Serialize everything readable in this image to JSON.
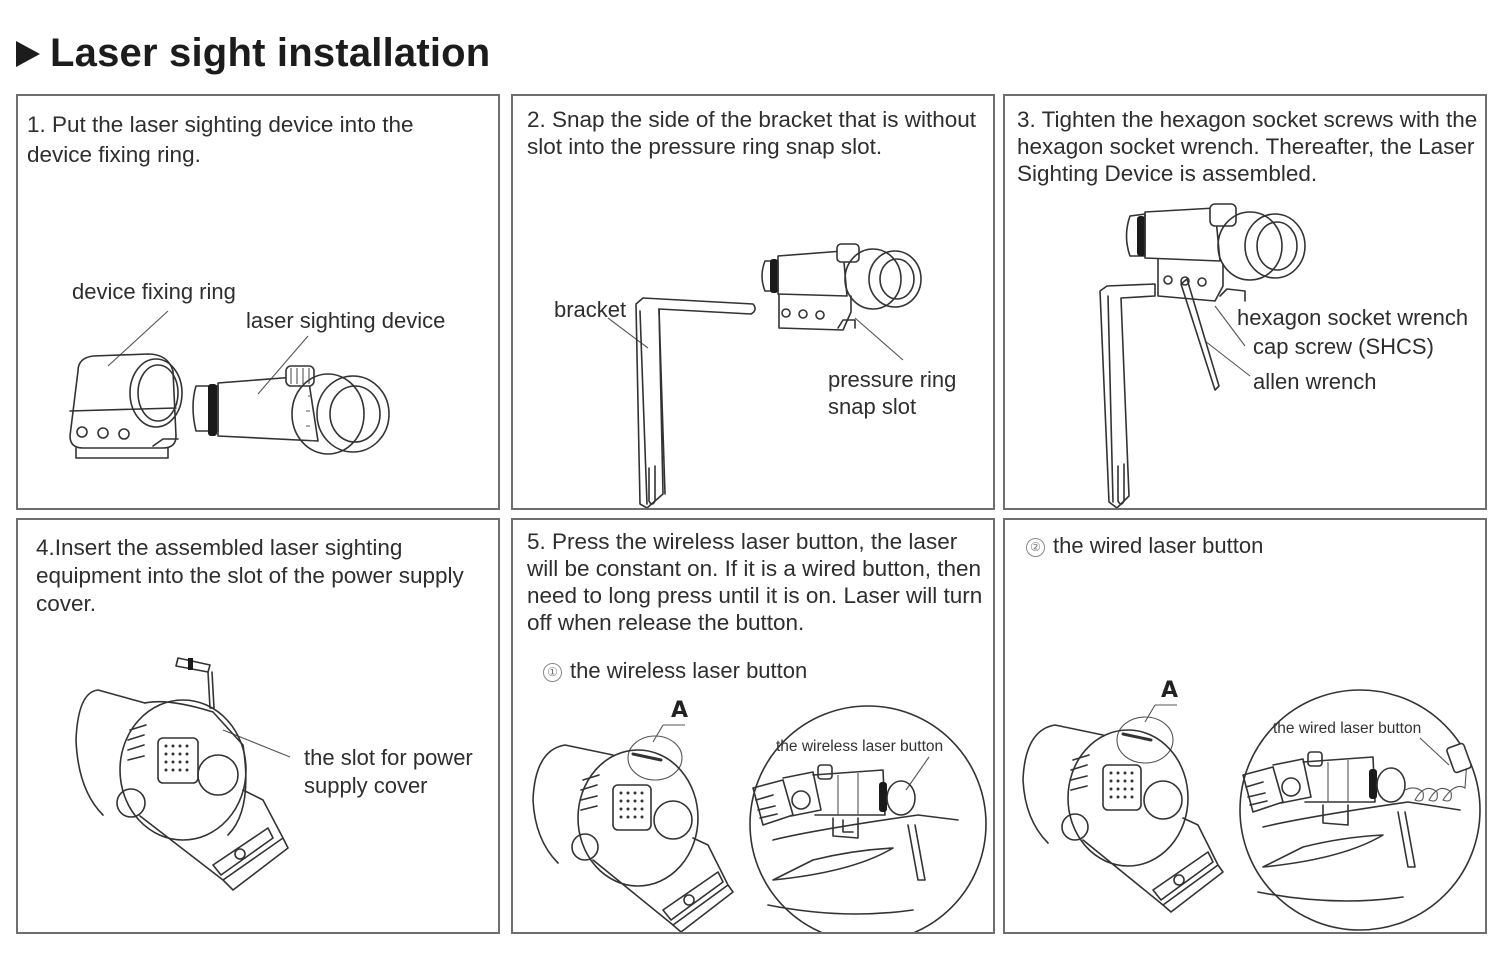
{
  "page": {
    "title": "Laser sight installation",
    "title_icon": "triangle-right-icon"
  },
  "steps": [
    {
      "caption": "1. Put the laser sighting device into the device fixing ring.",
      "labels": {
        "fixing_ring": "device fixing ring",
        "sighting_device": "laser sighting device"
      }
    },
    {
      "caption": "2. Snap the side of the bracket that is without slot into the pressure ring snap slot.",
      "labels": {
        "bracket": "bracket",
        "pressure_ring_line1": "pressure ring",
        "pressure_ring_line2": "snap slot"
      }
    },
    {
      "caption": "3. Tighten the hexagon socket screws with the hexagon socket wrench. Thereafter, the Laser Sighting Device is assembled.",
      "labels": {
        "hex_wrench": "hexagon socket wrench",
        "cap_screw": "cap screw (SHCS)",
        "allen_wrench": "allen wrench"
      }
    },
    {
      "caption": "4.Insert the assembled laser sighting equipment into the slot of the power supply cover.",
      "labels": {
        "slot_line1": "the slot for power",
        "slot_line2": "supply cover"
      }
    },
    {
      "caption": "5. Press the wireless laser button, the laser will be constant on. If it is a wired button, then need to long press until it is on. Laser will turn off when release the button.",
      "subheading": {
        "marker": "①",
        "text": "the wireless laser button"
      },
      "labels": {
        "callout": "A",
        "detail": "the wireless laser button"
      }
    },
    {
      "subheading": {
        "marker": "②",
        "text": "the wired laser button"
      },
      "labels": {
        "callout": "A",
        "detail": "the wired laser button"
      }
    }
  ]
}
